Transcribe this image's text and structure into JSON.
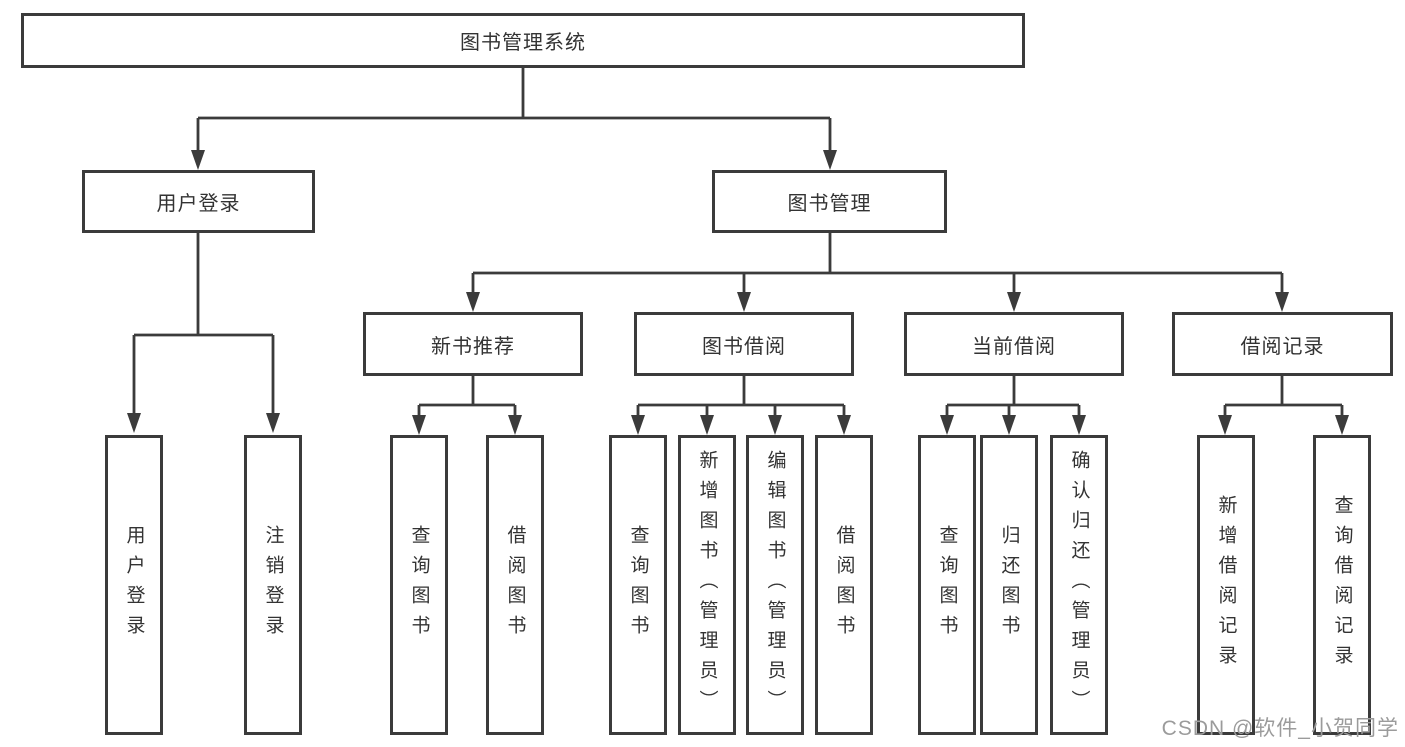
{
  "diagram": {
    "root": {
      "label": "图书管理系统"
    },
    "level2": [
      {
        "label": "用户登录"
      },
      {
        "label": "图书管理"
      }
    ],
    "level3": [
      {
        "label": "新书推荐"
      },
      {
        "label": "图书借阅"
      },
      {
        "label": "当前借阅"
      },
      {
        "label": "借阅记录"
      }
    ],
    "leaves": [
      {
        "label": "用户登录"
      },
      {
        "label": "注销登录"
      },
      {
        "label": "查询图书"
      },
      {
        "label": "借阅图书"
      },
      {
        "label": "查询图书"
      },
      {
        "label": "新增图书（管理员）"
      },
      {
        "label": "编辑图书（管理员）"
      },
      {
        "label": "借阅图书"
      },
      {
        "label": "查询图书"
      },
      {
        "label": "归还图书"
      },
      {
        "label": "确认归还（管理员）"
      },
      {
        "label": "新增借阅记录"
      },
      {
        "label": "查询借阅记录"
      }
    ],
    "watermark": "CSDN @软件_小贺同学",
    "colors": {
      "line": "#3b3b3b",
      "text": "#333333",
      "watermark": "#9b9b9b",
      "background": "#ffffff"
    }
  }
}
